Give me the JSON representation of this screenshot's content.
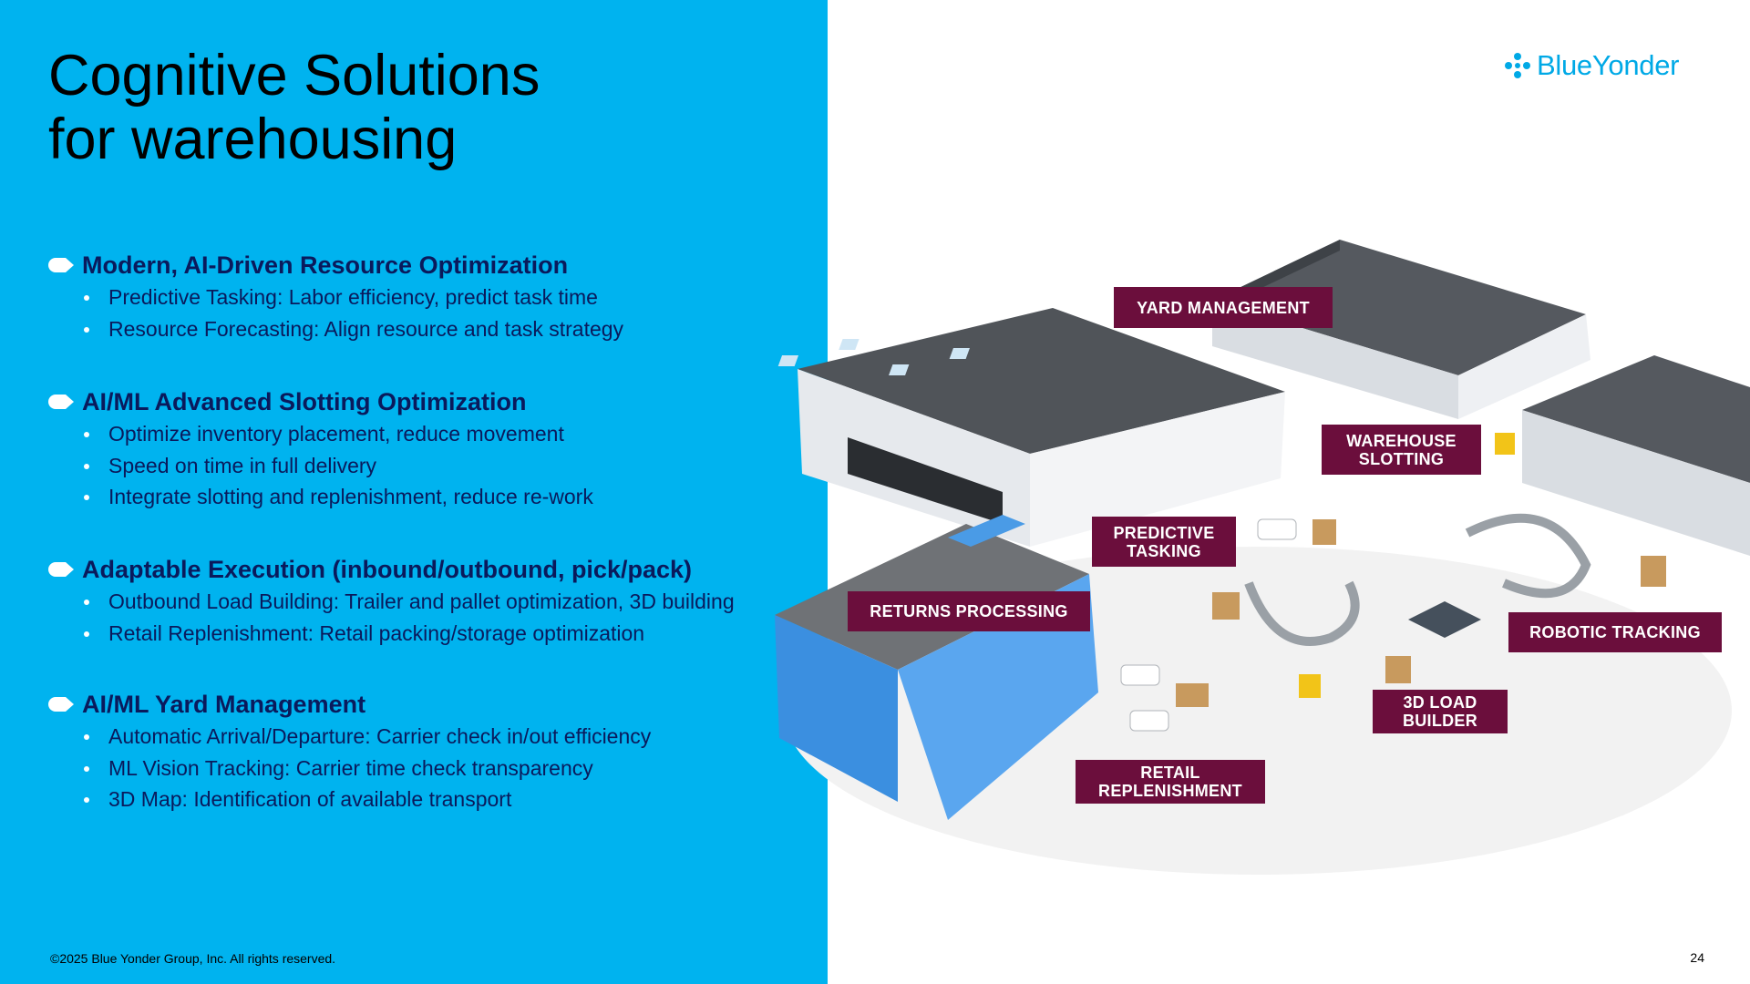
{
  "slide": {
    "title_line1": "Cognitive Solutions",
    "title_line2": "for warehousing",
    "sections": [
      {
        "heading": "Modern, AI-Driven Resource Optimization",
        "items": [
          "Predictive Tasking: Labor efficiency, predict task time",
          "Resource Forecasting: Align resource and task strategy"
        ]
      },
      {
        "heading": "AI/ML Advanced Slotting Optimization",
        "items": [
          "Optimize inventory placement, reduce movement",
          "Speed on time in full delivery",
          "Integrate slotting and replenishment, reduce re-work"
        ]
      },
      {
        "heading": "Adaptable Execution (inbound/outbound, pick/pack)",
        "items": [
          "Outbound Load Building: Trailer and pallet optimization, 3D building",
          "Retail Replenishment: Retail packing/storage optimization"
        ]
      },
      {
        "heading": "AI/ML Yard Management",
        "items": [
          "Automatic Arrival/Departure: Carrier check in/out efficiency",
          "ML Vision Tracking: Carrier time check transparency",
          "3D Map: Identification of available transport"
        ]
      }
    ],
    "footer": "©2025 Blue Yonder Group, Inc. All rights reserved.",
    "page_number": "24"
  },
  "logo": {
    "text": "BlueYonder",
    "icon": "blue-yonder-logo-icon"
  },
  "diagram": {
    "tags": {
      "yard_management": "YARD MANAGEMENT",
      "warehouse_slotting_l1": "WAREHOUSE",
      "warehouse_slotting_l2": "SLOTTING",
      "predictive_tasking_l1": "PREDICTIVE",
      "predictive_tasking_l2": "TASKING",
      "returns_processing": "RETURNS PROCESSING",
      "robotic_tracking": "ROBOTIC TRACKING",
      "load_builder_l1": "3D LOAD",
      "load_builder_l2": "BUILDER",
      "retail_replenishment_l1": "RETAIL",
      "retail_replenishment_l2": "REPLENISHMENT"
    }
  },
  "colors": {
    "panel_blue": "#00b3ef",
    "heading_navy": "#0a1a5c",
    "tag_maroon": "#6b0e3c",
    "logo_blue": "#00a9e6"
  }
}
